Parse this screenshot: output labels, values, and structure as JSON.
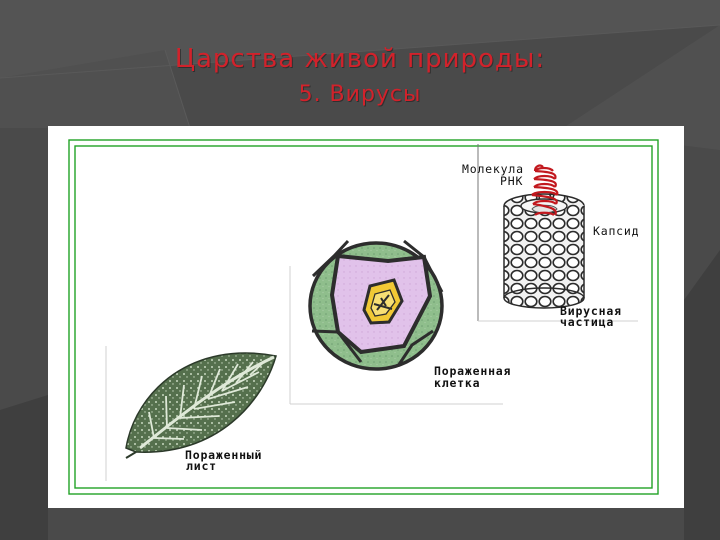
{
  "slide": {
    "title": "Царства живой природы:",
    "subtitle": "5. Вирусы"
  },
  "figure": {
    "labels": {
      "rna_line1": "Молекула",
      "rna_line2": "РНК",
      "capsid": "Капсид",
      "virus_line1": "Вирусная",
      "virus_line2": "частица",
      "cell_line1": "Пораженная",
      "cell_line2": "клетка",
      "leaf_line1": "Пораженный",
      "leaf_line2": "лист"
    },
    "colors": {
      "title": "#d2222b",
      "frame": "#21a326",
      "leaf": "#4e6b48",
      "cell_wall": "#2d2d2d",
      "cell_tissue": "#8fbe8c",
      "nucleus": "#e1c2ea",
      "rna_coil": "#c2181e"
    }
  }
}
